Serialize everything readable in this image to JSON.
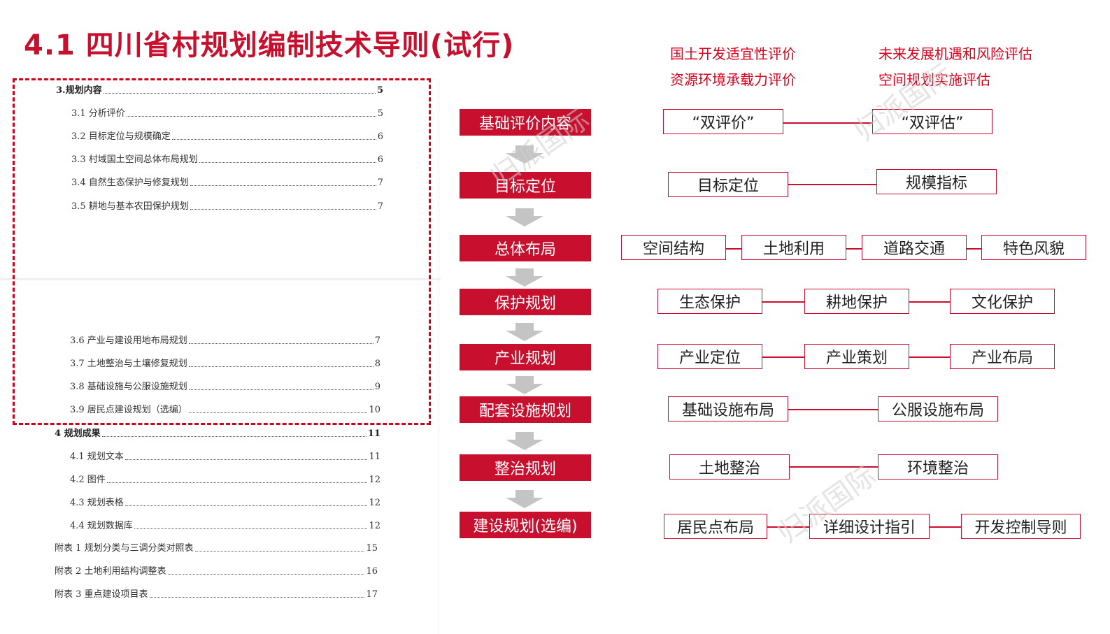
{
  "title": "4.1 四川省村规划编制技术导则(试行)",
  "watermark": "归派国际",
  "toc": [
    {
      "label": "3.规划内容",
      "page": "5"
    },
    {
      "label": "3.1 分析评价",
      "page": "5"
    },
    {
      "label": "3.2 目标定位与规模确定",
      "page": "6"
    },
    {
      "label": "3.3 村域国土空间总体布局规划",
      "page": "6"
    },
    {
      "label": "3.4 自然生态保护与修复规划",
      "page": "7"
    },
    {
      "label": "3.5 耕地与基本农田保护规划",
      "page": "7"
    },
    {
      "label": "3.6 产业与建设用地布局规划",
      "page": "7"
    },
    {
      "label": "3.7 土地整治与土壤修复规划",
      "page": "8"
    },
    {
      "label": "3.8 基础设施与公服设施规划",
      "page": "9"
    },
    {
      "label": "3.9 居民点建设规划（选编）",
      "page": "10"
    },
    {
      "label": "4 规划成果",
      "page": "11"
    },
    {
      "label": "4.1 规划文本",
      "page": "11"
    },
    {
      "label": "4.2 图件",
      "page": "12"
    },
    {
      "label": "4.3 规划表格",
      "page": "12"
    },
    {
      "label": "4.4 规划数据库",
      "page": "12"
    },
    {
      "label": "附表 1 规划分类与三调分类对照表",
      "page": "15"
    },
    {
      "label": "附表 2 土地利用结构调整表",
      "page": "16"
    },
    {
      "label": "附表 3 重点建设项目表",
      "page": "17"
    }
  ],
  "evaluations": {
    "left": [
      "国土开发适宜性评价",
      "资源环境承载力评价"
    ],
    "right": [
      "未来发展机遇和风险评估",
      "空间规划实施评估"
    ]
  },
  "stages": [
    {
      "label": "基础评价内容",
      "items": [
        "“双评价”",
        "“双评估”"
      ]
    },
    {
      "label": "目标定位",
      "items": [
        "目标定位",
        "规模指标"
      ]
    },
    {
      "label": "总体布局",
      "items": [
        "空间结构",
        "土地利用",
        "道路交通",
        "特色风貌"
      ]
    },
    {
      "label": "保护规划",
      "items": [
        "生态保护",
        "耕地保护",
        "文化保护"
      ]
    },
    {
      "label": "产业规划",
      "items": [
        "产业定位",
        "产业策划",
        "产业布局"
      ]
    },
    {
      "label": "配套设施规划",
      "items": [
        "基础设施布局",
        "公服设施布局"
      ]
    },
    {
      "label": "整治规划",
      "items": [
        "土地整治",
        "环境整治"
      ]
    },
    {
      "label": "建设规划(选编)",
      "items": [
        "居民点布局",
        "详细设计指引",
        "开发控制导则"
      ]
    }
  ],
  "colors": {
    "accent": "#c8102e",
    "eval_text": "#e0001b",
    "arrow": "#c4c4c4"
  }
}
